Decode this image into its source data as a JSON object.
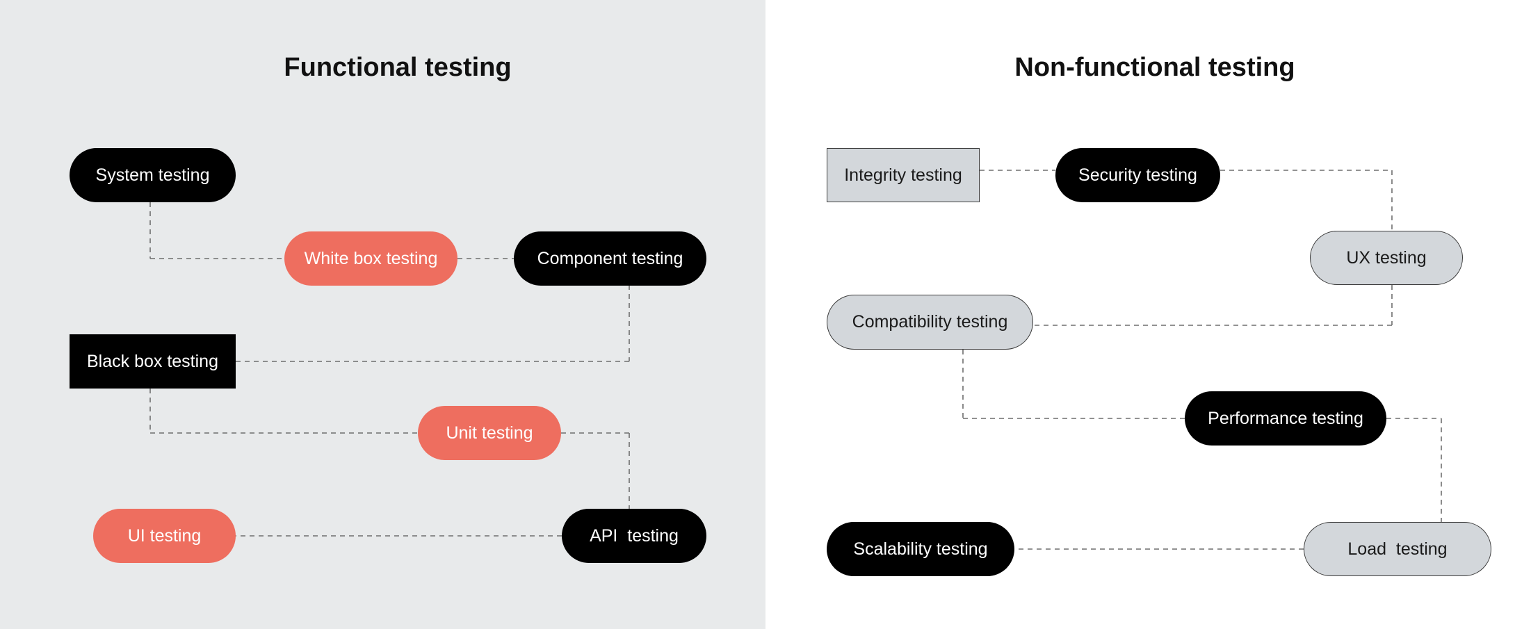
{
  "left_panel": {
    "title": "Functional testing",
    "nodes": {
      "system": "System testing",
      "white_box": "White box testing",
      "component": "Component testing",
      "black_box": "Black box testing",
      "unit": "Unit testing",
      "ui": "UI testing",
      "api": "API  testing"
    }
  },
  "right_panel": {
    "title": "Non-functional testing",
    "nodes": {
      "integrity": "Integrity testing",
      "security": "Security testing",
      "ux": "UX testing",
      "compatibility": "Compatibility testing",
      "performance": "Performance testing",
      "scalability": "Scalability testing",
      "load": "Load  testing"
    }
  },
  "colors": {
    "left_background": "#e8eaeb",
    "right_background": "#ffffff",
    "black_node": "#000000",
    "coral_node": "#ee6e5f",
    "grey_node": "#d3d7db",
    "connector": "#6e6e6e"
  }
}
